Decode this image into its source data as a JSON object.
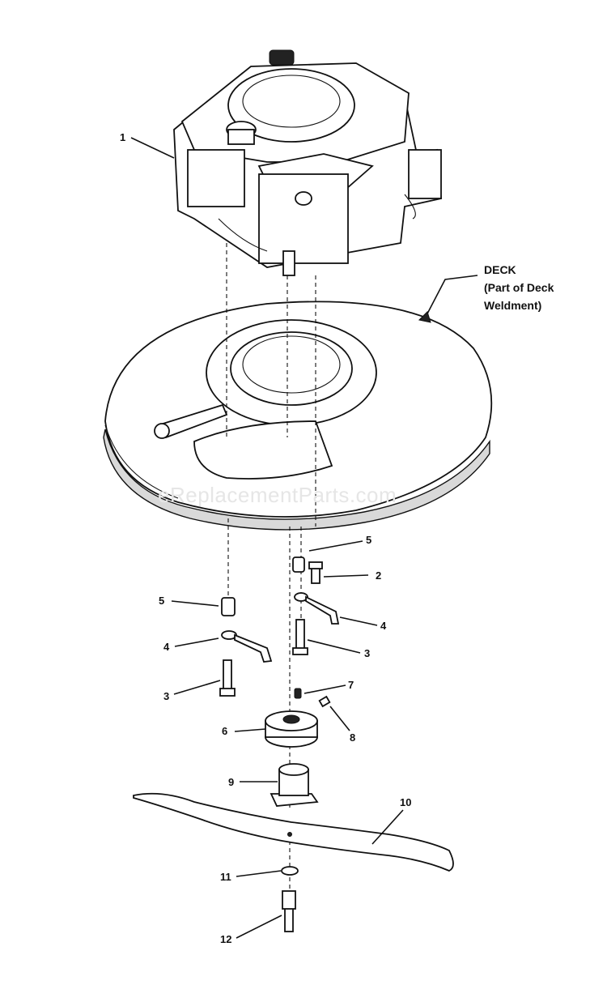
{
  "watermark": "eReplacementParts.com",
  "deck_callout": {
    "line1": "DECK",
    "line2": "(Part of Deck",
    "line3": "Weldment)"
  },
  "callouts": {
    "c1": "1",
    "c2": "2",
    "c3a": "3",
    "c3b": "3",
    "c4a": "4",
    "c4b": "4",
    "c5a": "5",
    "c5b": "5",
    "c6": "6",
    "c7": "7",
    "c8": "8",
    "c9": "9",
    "c10": "10",
    "c11": "11",
    "c12": "12"
  }
}
